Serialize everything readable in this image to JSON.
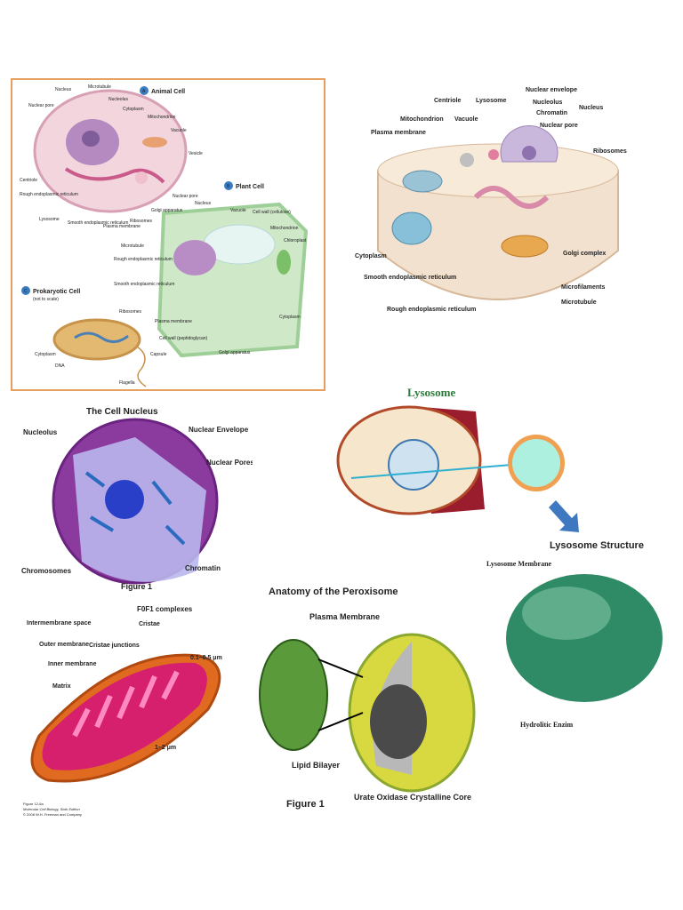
{
  "panel1": {
    "animal_title": "Animal Cell",
    "animal_badge": "A",
    "plant_title": "Plant Cell",
    "plant_badge": "B",
    "prok_title": "Prokaryotic Cell",
    "prok_badge": "C",
    "prok_note": "(not to scale)",
    "animal_labels": [
      "Nucleus",
      "Microtubule",
      "Nuclear pore",
      "Nucleolus",
      "Cytoplasm",
      "Mitochondrion",
      "Vacuole",
      "Vesicle",
      "Centriole",
      "Rough endoplasmic reticulum",
      "Lysosome",
      "Smooth endoplasmic reticulum",
      "Plasma membrane",
      "Ribosomes",
      "Golgi apparatus"
    ],
    "plant_labels": [
      "Nuclear pore",
      "Nucleus",
      "Vacuole",
      "Cell wall (cellulose)",
      "Mitochondrion",
      "Chloroplast",
      "Microtubule",
      "Rough endoplasmic reticulum",
      "Smooth endoplasmic reticulum",
      "Cytoplasm",
      "Golgi apparatus"
    ],
    "prok_labels": [
      "Ribosomes",
      "Plasma membrane",
      "Cell wall (peptidoglycan)",
      "Capsule",
      "Cytoplasm",
      "DNA",
      "Flagella"
    ]
  },
  "panel2": {
    "labels": [
      "Centriole",
      "Lysosome",
      "Nuclear envelope",
      "Nucleolus",
      "Chromatin",
      "Nuclear pore",
      "Nucleus",
      "Mitochondrion",
      "Vacuole",
      "Plasma membrane",
      "Ribosomes",
      "Cytoplasm",
      "Golgi complex",
      "Smooth endoplasmic reticulum",
      "Microfilaments",
      "Rough endoplasmic reticulum",
      "Microtubule"
    ]
  },
  "panel3": {
    "title": "The Cell Nucleus",
    "labels": [
      "Nucleolus",
      "Nuclear Envelope",
      "Nuclear Pores",
      "Chromosomes",
      "Chromatin"
    ],
    "caption": "Figure 1"
  },
  "panel4": {
    "title": "Lysosome",
    "subtitle": "Lysosome Structure",
    "labels": [
      "Lysosome Membrane",
      "Hydrolitic Enzim"
    ]
  },
  "panel5": {
    "labels": [
      "F0F1 complexes",
      "Intermembrane space",
      "Cristae",
      "Outer membrane",
      "Cristae junctions",
      "Inner membrane",
      "Matrix",
      "0.1–0.5 μm",
      "1–2 μm"
    ],
    "fig_note_1": "Figure 12-6a",
    "fig_note_2": "Molecular Cell Biology, Sixth Edition",
    "fig_note_3": "© 2008 W.H. Freeman and Company"
  },
  "panel6": {
    "title": "Anatomy of the Peroxisome",
    "labels": [
      "Plasma Membrane",
      "Lipid Bilayer",
      "Urate Oxidase Crystalline Core"
    ],
    "caption": "Figure 1"
  }
}
